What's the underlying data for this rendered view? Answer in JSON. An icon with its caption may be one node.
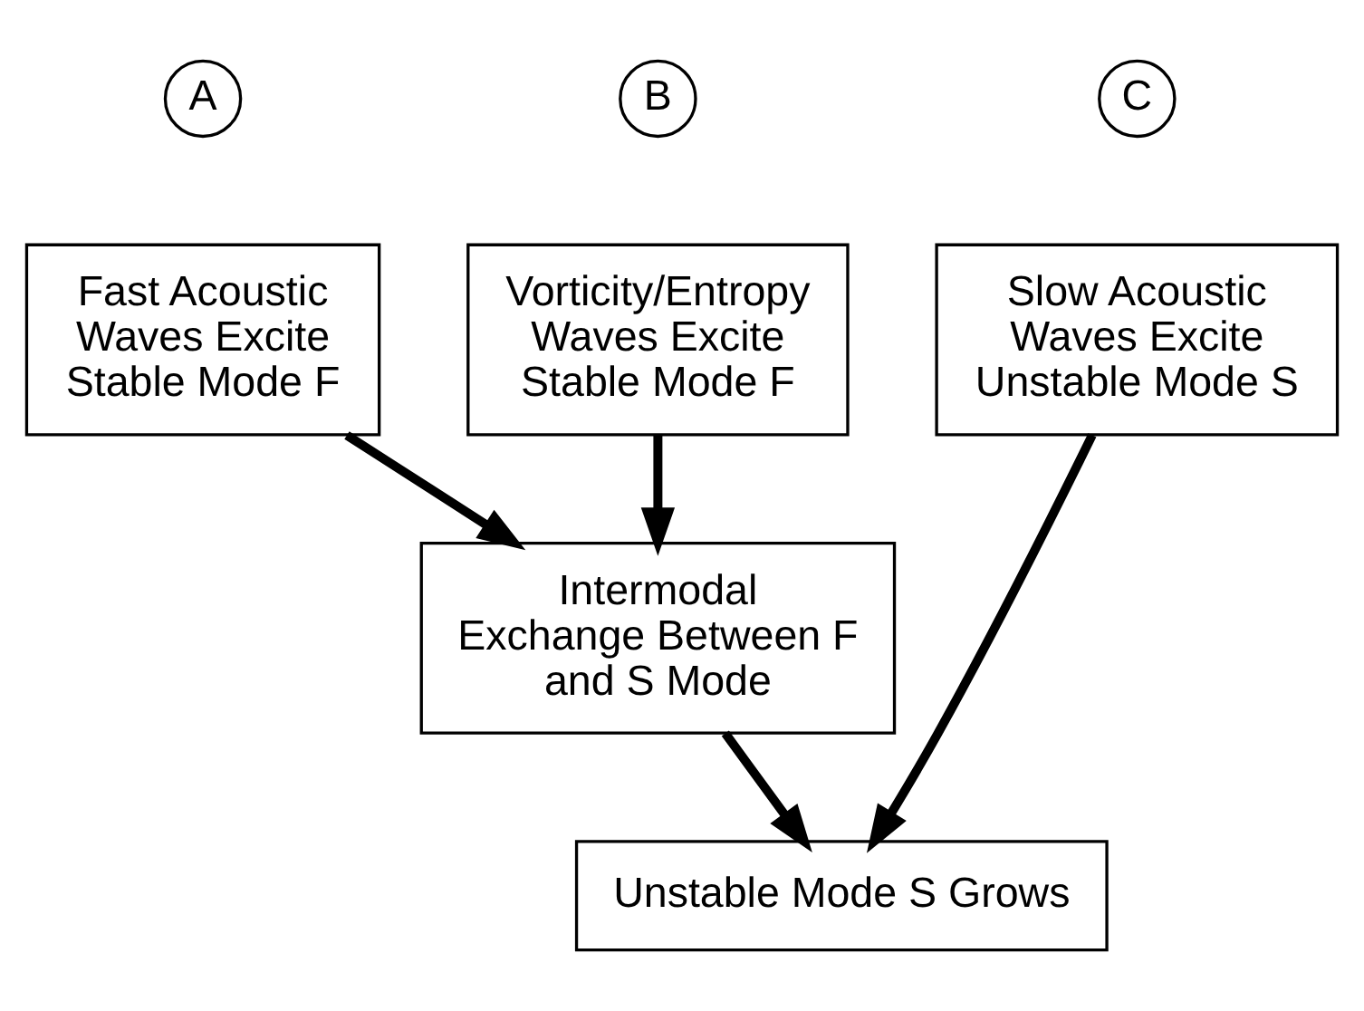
{
  "diagram": {
    "nodes": [
      {
        "text": [
          "A"
        ]
      },
      {
        "text": [
          "B"
        ]
      },
      {
        "text": [
          "C"
        ]
      },
      {
        "text": [
          "Fast Acoustic Waves Excite Stable Mode F"
        ]
      },
      {
        "text": [
          "Vorticity/Entropy Waves Excite Stable Mode F"
        ]
      },
      {
        "text": [
          "Slow Acoustic Waves Excite Unstable Mode S"
        ]
      },
      {
        "text": [
          "Intermodal Exchange Between F and S Mode"
        ]
      },
      {
        "text": [
          "Unstable Mode S Grows"
        ]
      }
    ],
    "edges": [
      {
        "from": 3,
        "to": 6,
        "arrow": "to"
      },
      {
        "from": 4,
        "to": 6,
        "arrow": "to"
      },
      {
        "from": 6,
        "to": 7,
        "arrow": "to"
      },
      {
        "from": 5,
        "to": 7,
        "arrow": "to"
      }
    ]
  }
}
